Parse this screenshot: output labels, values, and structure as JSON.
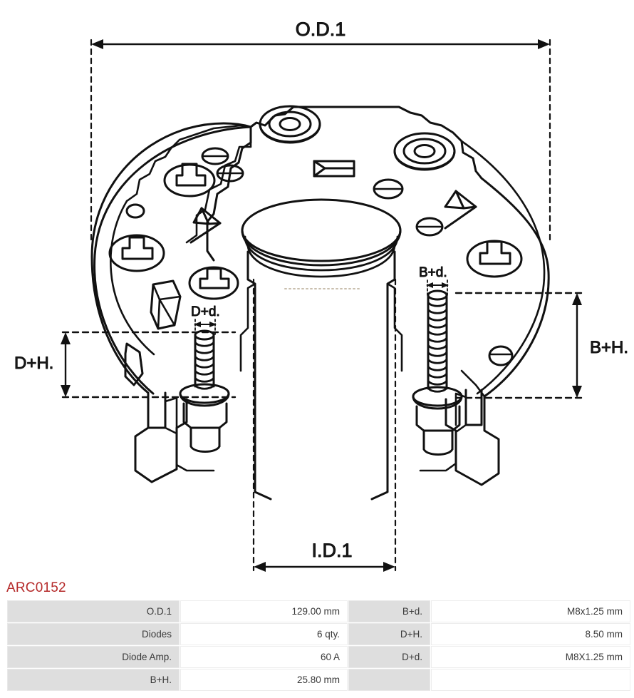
{
  "part_number": "ARC0152",
  "drawing": {
    "dimension_labels": {
      "od1": "O.D.1",
      "id1": "I.D.1",
      "d_plus_h": "D+H.",
      "d_plus_d": "D+d.",
      "b_plus_h": "B+H.",
      "b_plus_d": "B+d."
    }
  },
  "spec_table": {
    "rows": [
      {
        "label_1": "O.D.1",
        "value_1": "129.00 mm",
        "label_2": "B+d.",
        "value_2": "M8x1.25 mm"
      },
      {
        "label_1": "Diodes",
        "value_1": "6 qty.",
        "label_2": "D+H.",
        "value_2": "8.50 mm"
      },
      {
        "label_1": "Diode Amp.",
        "value_1": "60 A",
        "label_2": "D+d.",
        "value_2": "M8X1.25 mm"
      },
      {
        "label_1": "B+H.",
        "value_1": "25.80 mm",
        "label_2": "",
        "value_2": ""
      }
    ]
  },
  "colors": {
    "part_number": "#b52a2a",
    "label_cell_bg": "#dedede",
    "value_cell_bg": "#ffffff",
    "line": "#111111"
  }
}
